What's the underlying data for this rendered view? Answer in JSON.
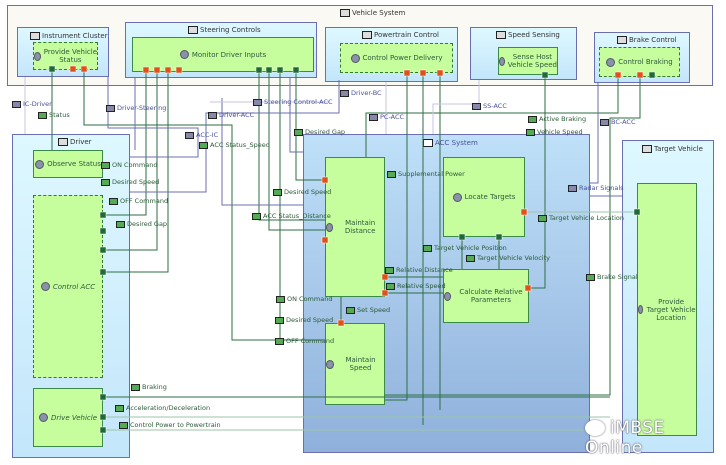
{
  "vehicle_system": {
    "title": "Vehicle System"
  },
  "blocks": {
    "instrument_cluster": {
      "title": "Instrument Cluster",
      "activity": "Provide Vehicle Status"
    },
    "steering_controls": {
      "title": "Steering Controls",
      "activity": "Monitor Driver Inputs"
    },
    "powertrain_control": {
      "title": "Powertrain Control",
      "activity": "Control Power Delivery"
    },
    "speed_sensing": {
      "title": "Speed Sensing",
      "activity": "Sense Host Vehicle Speed"
    },
    "brake_control": {
      "title": "Brake Control",
      "activity": "Control Braking"
    },
    "driver": {
      "title": "Driver",
      "activities": [
        "Observe Status",
        "Control ACC",
        "Drive Vehicle"
      ]
    },
    "acc_system": {
      "title": "ACC System",
      "activities": [
        "Maintain Distance",
        "Maintain Speed",
        "Locate Targets",
        "Calculate Relative Parameters"
      ]
    },
    "target_vehicle": {
      "title": "Target Vehicle",
      "activity": "Provide Target Vehicle Location"
    }
  },
  "connectors": [
    "IC-Driver",
    "Status",
    "Driver-Steering",
    "Steering Control-ACC",
    "Driver-BC",
    "Driver-ACC",
    "ACC-IC",
    "ACC Status_Speed",
    "Desired Gap",
    "PC-ACC",
    "SS-ACC",
    "Vehicle Speed",
    "Active Braking",
    "BC-ACC",
    "Radar Signals",
    "Target Vehicle Location",
    "Brake Signal"
  ],
  "flows": [
    "ON Command",
    "Desired Speed",
    "OFF Command",
    "Desired Gap",
    "Desired Speed",
    "ACC Status_Distance",
    "Supplemental Power",
    "Target Vehicle Position",
    "Target Vehicle Velocity",
    "Relative Distance",
    "Relative Speed",
    "ON Command",
    "Set Speed",
    "Desired Speed",
    "OFF Command",
    "Braking",
    "Acceleration/Deceleration",
    "Control Power to Powertrain"
  ],
  "watermark": "iMBSE Online",
  "colors": {
    "block": "#d4f4fd",
    "activity": "#c6fd9d",
    "acc_system": "#a6c6ea",
    "flow_line": "#2f6e44",
    "connector_line": "#6a6fb0",
    "port_out": "#e0501a"
  }
}
